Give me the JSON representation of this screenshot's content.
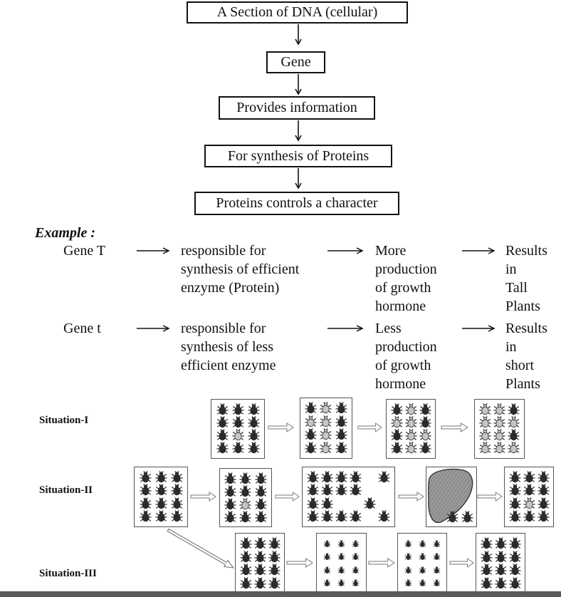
{
  "flowchart": {
    "steps": [
      "A Section of DNA (cellular)",
      "Gene",
      "Provides information",
      "For synthesis of Proteins",
      "Proteins controls a character"
    ]
  },
  "example": {
    "heading": "Example :",
    "rows": [
      {
        "gene": "Gene T",
        "cols": [
          [
            "responsible for",
            "synthesis of efficient",
            "enzyme (Protein)"
          ],
          [
            "More",
            "production",
            "of growth",
            "hormone"
          ],
          [
            "Results",
            "in",
            "Tall",
            "Plants"
          ]
        ]
      },
      {
        "gene": "Gene t",
        "cols": [
          [
            "responsible for",
            "synthesis of less",
            "efficient enzyme"
          ],
          [
            "Less",
            "production",
            "of growth",
            "hormone"
          ],
          [
            "Results",
            "in",
            "short",
            "Plants"
          ]
        ]
      }
    ]
  },
  "colors": {
    "beetle_dark": "#2b2b2b",
    "beetle_light": "#c6c6c6",
    "blob": "#9a9a9a"
  },
  "situations": [
    {
      "label": "Situation-I",
      "panels": [
        {
          "kind": "grid",
          "beetles": [
            "ddd",
            "ddd",
            "dld",
            "ddd"
          ]
        },
        {
          "kind": "grid",
          "beetles": [
            "dld",
            "lld",
            "dld",
            "dld"
          ]
        },
        {
          "kind": "grid",
          "beetles": [
            "dld",
            "lld",
            "dll",
            "dld"
          ]
        },
        {
          "kind": "grid",
          "beetles": [
            "lld",
            "lll",
            "lld",
            "lll"
          ]
        }
      ]
    },
    {
      "label": "Situation-II",
      "panels": [
        {
          "kind": "grid",
          "beetles": [
            "ddd",
            "ddd",
            "ddd",
            "ddd"
          ]
        },
        {
          "kind": "grid",
          "beetles": [
            "ddd",
            "ddd",
            "dld",
            "ddd"
          ]
        },
        {
          "kind": "grid",
          "beetles": [
            "dddd.d",
            "dddd..",
            "dd..d.",
            "dddd.d"
          ]
        },
        {
          "kind": "blob",
          "beetles": [
            "dd"
          ]
        },
        {
          "kind": "grid",
          "beetles": [
            "ddd",
            "ddd",
            "dld",
            "ddd"
          ]
        }
      ]
    },
    {
      "label": "Situation-III",
      "panels": [
        {
          "kind": "grid",
          "beetles": [
            "ddd",
            "ddd",
            "ddd",
            "ddd"
          ]
        },
        {
          "kind": "grid",
          "beetles": [
            "sss",
            "sss",
            "sss",
            "sss"
          ]
        },
        {
          "kind": "grid",
          "beetles": [
            "sss",
            "sss",
            "sss",
            "sss"
          ]
        },
        {
          "kind": "grid",
          "beetles": [
            "ddd",
            "ddd",
            "ddd",
            "ddd"
          ]
        }
      ]
    }
  ]
}
